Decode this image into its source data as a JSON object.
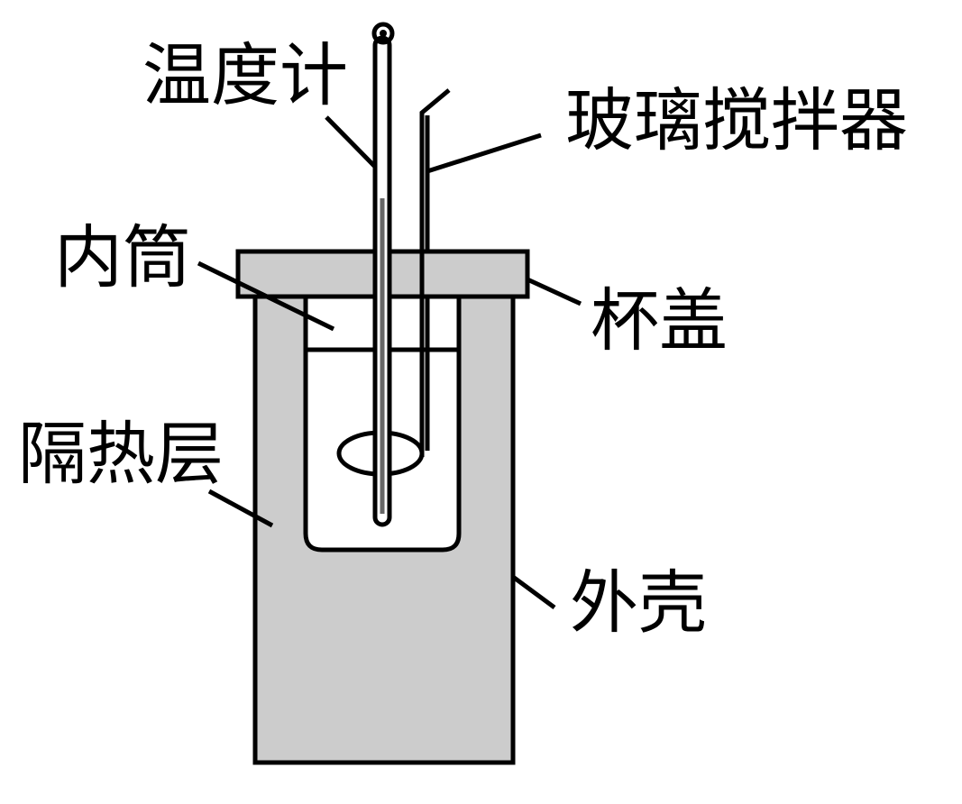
{
  "labels": {
    "thermometer": "温度计",
    "glass_stirrer": "玻璃搅拌器",
    "inner_cylinder": "内筒",
    "cup_lid": "杯盖",
    "insulation_layer": "隔热层",
    "outer_shell": "外壳"
  },
  "colors": {
    "fill_gray": "#cccccc",
    "stroke": "#000000",
    "background": "#ffffff"
  }
}
